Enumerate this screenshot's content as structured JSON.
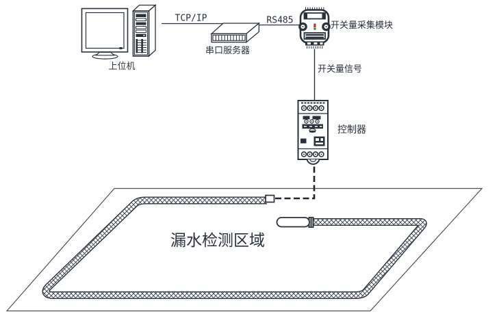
{
  "diagram": {
    "type": "leak-detection-system-topology",
    "nodes": {
      "host_computer": {
        "label": "上位机"
      },
      "serial_server": {
        "label": "串口服务器"
      },
      "di_module": {
        "label": "开关量采集模块"
      },
      "controller": {
        "label": "控制器"
      },
      "leak_area": {
        "label": "漏水检测区域"
      }
    },
    "links": {
      "tcp_ip": {
        "label": "TCP/IP"
      },
      "rs485": {
        "label": "RS485"
      },
      "di_signal": {
        "label": "开关量信号"
      }
    },
    "colors": {
      "line": "#2b313b",
      "floor_outline": "#4c525b",
      "led_red": "#c23030",
      "led_green": "#2f8a3a",
      "background": "#ffffff"
    }
  }
}
